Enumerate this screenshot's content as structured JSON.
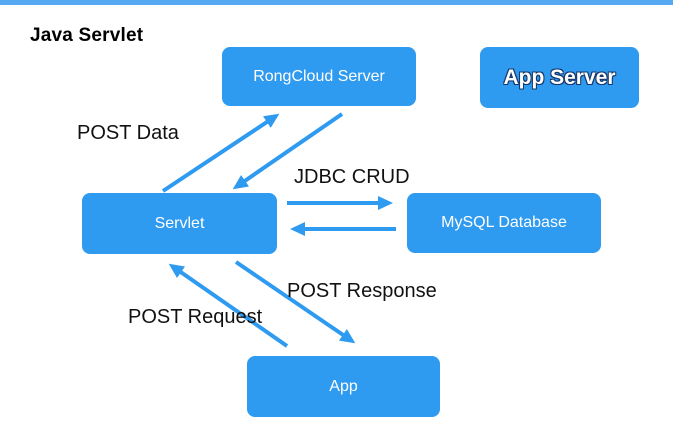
{
  "title": "Java Servlet",
  "colors": {
    "node_fill": "#2e9af0",
    "top_bar": "#55a9f1",
    "arrow": "#2e9af0",
    "node_text": "#ffffff",
    "label_text": "#111111",
    "app_server_text_outline": "#17386b"
  },
  "nodes": {
    "rongcloud": {
      "label": "RongCloud Server"
    },
    "app_server": {
      "label": "App Server"
    },
    "servlet": {
      "label": "Servlet"
    },
    "mysql": {
      "label": "MySQL Database"
    },
    "app": {
      "label": "App"
    }
  },
  "edges": {
    "post_data": {
      "label": "POST Data",
      "from": "Servlet",
      "to": "RongCloud Server",
      "bidirectional": true
    },
    "jdbc_crud": {
      "label": "JDBC CRUD",
      "from": "Servlet",
      "to": "MySQL Database",
      "bidirectional": true
    },
    "post_request": {
      "label": "POST Request",
      "from": "App",
      "to": "Servlet"
    },
    "post_response": {
      "label": "POST Response",
      "from": "Servlet",
      "to": "App"
    }
  }
}
